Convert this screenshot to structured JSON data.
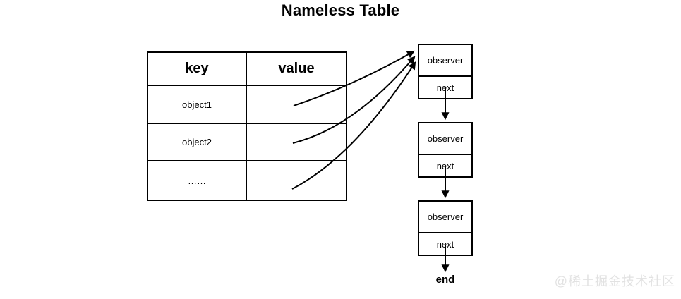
{
  "title": "Nameless Table",
  "table": {
    "header": {
      "key": "key",
      "value": "value"
    },
    "rows": [
      {
        "key": "object1",
        "value": ""
      },
      {
        "key": "object2",
        "value": ""
      },
      {
        "key": "……",
        "value": ""
      }
    ]
  },
  "linked_list": {
    "nodes": [
      {
        "observer": "observer",
        "next": "next"
      },
      {
        "observer": "observer",
        "next": "next"
      },
      {
        "observer": "observer",
        "next": "next"
      }
    ],
    "end_label": "end"
  },
  "watermark": "@稀土掘金技术社区",
  "colors": {
    "line": "#000000",
    "background": "#ffffff",
    "watermark": "#e2e2e2"
  }
}
